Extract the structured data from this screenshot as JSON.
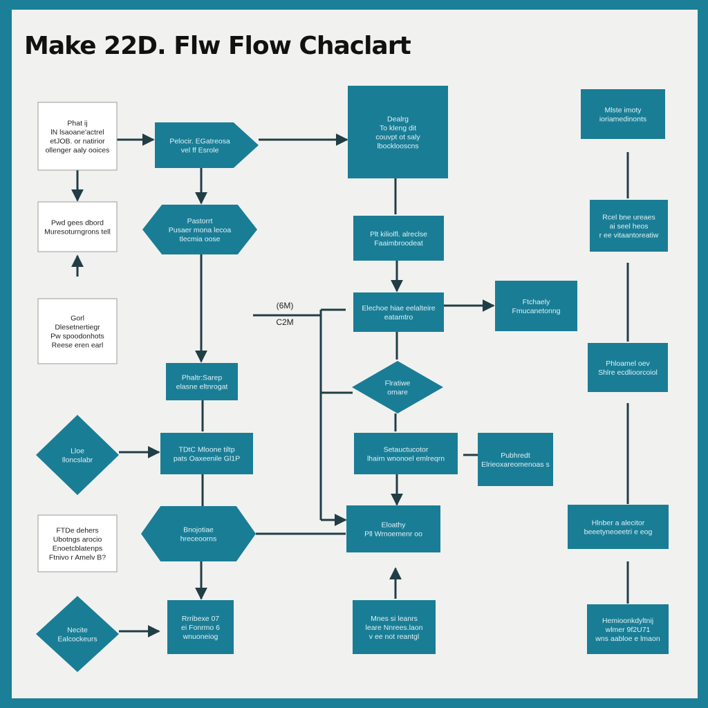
{
  "title": "Make 22D. Flw Flow Chaclart",
  "colors": {
    "border": "#1b7f97",
    "node": "#1a7d96",
    "line": "#213d46",
    "paper": "#f1f1ef",
    "white_node": "#ffffff"
  },
  "edge_labels": [
    "(6M)",
    "C2M"
  ],
  "nodes": [
    {
      "id": "n1",
      "shape": "rect-white",
      "lines": [
        "Phat ij",
        "lN lsaoane'actrel",
        "etJOB. or natirior",
        "ollenger aaly ooices"
      ]
    },
    {
      "id": "n2",
      "shape": "rect-white",
      "lines": [
        "Pwd gees dbord",
        "Muresoturngrons tell"
      ]
    },
    {
      "id": "n3",
      "shape": "rect-white",
      "lines": [
        "Gorl",
        "Dlesetnertiegr",
        "Pw spoodonhots",
        "Reese eren earl"
      ]
    },
    {
      "id": "n4",
      "shape": "diamond",
      "lines": [
        "Lloe",
        "lloncslabr"
      ]
    },
    {
      "id": "n5",
      "shape": "rect-white",
      "lines": [
        "FTDe dehers",
        "Ubotngs arocio",
        "Enoetcblatenps",
        "Ftnivo r Amelv B?"
      ]
    },
    {
      "id": "n6",
      "shape": "diamond",
      "lines": [
        "Necite",
        "Ealcockeurs"
      ]
    },
    {
      "id": "n7",
      "shape": "pentagon",
      "lines": [
        "Pelocir. EGatreosa",
        "vel ff Esrole"
      ]
    },
    {
      "id": "n8",
      "shape": "hexagon",
      "lines": [
        "Pastorrt",
        "Pusaer mona lecoa",
        "tlecmia oose"
      ]
    },
    {
      "id": "n9",
      "shape": "rect",
      "lines": [
        "Phaltr:Sarep",
        "elasne eltnrogat"
      ]
    },
    {
      "id": "n10",
      "shape": "rect",
      "lines": [
        "TDtC Mloone tiltp",
        "pats Oaxeenile Gl1P"
      ]
    },
    {
      "id": "n11",
      "shape": "hexagon",
      "lines": [
        "Bnojotiae",
        "hreceoorns"
      ]
    },
    {
      "id": "n12",
      "shape": "rect",
      "lines": [
        "Rrribexe 07",
        "ei Fonrmo 6",
        "wnuoneiog"
      ]
    },
    {
      "id": "n13",
      "shape": "rect",
      "lines": [
        "Dealrg",
        "To kleng dit",
        "couvpt ot saly",
        "lbocklooscns"
      ]
    },
    {
      "id": "n14",
      "shape": "rect",
      "lines": [
        "Plt kiliolfl. alreclse",
        "Faaimbroodeat"
      ]
    },
    {
      "id": "n15",
      "shape": "rect",
      "lines": [
        "Elechoe hiae eelalteire",
        "eatamtro"
      ]
    },
    {
      "id": "n16",
      "shape": "diamond",
      "lines": [
        "Flratiwe",
        "omare"
      ]
    },
    {
      "id": "n17",
      "shape": "rect",
      "lines": [
        "Setauctucotor",
        "lhairn wnonoel emlreqrn"
      ]
    },
    {
      "id": "n18",
      "shape": "rect",
      "lines": [
        "Eloathy",
        "Pll Wrnoemenr oo"
      ]
    },
    {
      "id": "n19",
      "shape": "rect",
      "lines": [
        "Mnes si leanrs",
        "leare Nnrees.laon",
        "v ee not reantgl"
      ]
    },
    {
      "id": "n20",
      "shape": "rect",
      "lines": [
        "Ftchaely",
        "Fmucanetonng"
      ]
    },
    {
      "id": "n21",
      "shape": "rect",
      "lines": [
        "Pubhredt",
        "Elrieoxareomenoas s"
      ]
    },
    {
      "id": "n22",
      "shape": "rect",
      "lines": [
        "Mlste imoty",
        "ioriamedinonts"
      ]
    },
    {
      "id": "n23",
      "shape": "rect",
      "lines": [
        "Rcel bne ureaes",
        "ai seel heos",
        "r ee vitaantoreatiw"
      ]
    },
    {
      "id": "n24",
      "shape": "rect",
      "lines": [
        "Phloamel oev",
        "Shlre ecdlioorcoiol"
      ]
    },
    {
      "id": "n25",
      "shape": "rect",
      "lines": [
        "Hlnber a alecitor",
        "beeetyneoeetri e eog"
      ]
    },
    {
      "id": "n26",
      "shape": "rect",
      "lines": [
        "Hemioonkdyltnij",
        "wlmer 9f2U71",
        "wns aabloe e lmaon"
      ]
    }
  ]
}
